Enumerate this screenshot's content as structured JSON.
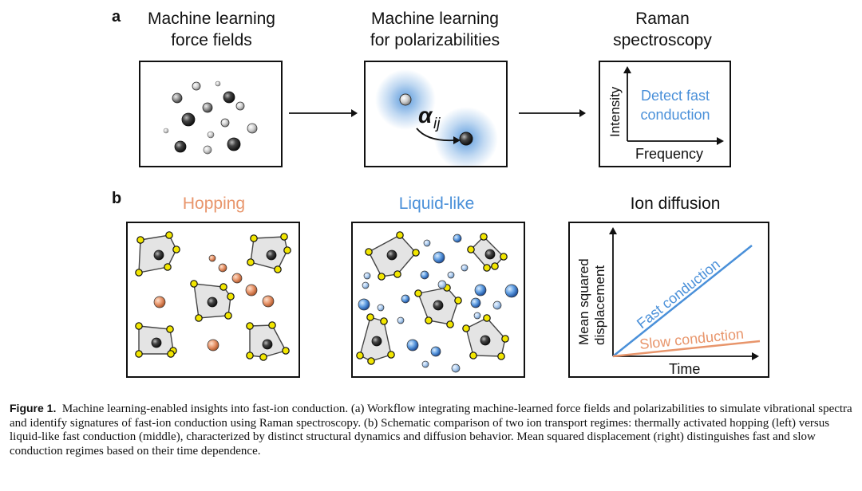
{
  "panel_a": {
    "letter": "a",
    "titles": [
      "Machine learning\nforce fields",
      "Machine learning\nfor polarizabilities",
      "Raman\nspectroscopy"
    ],
    "alpha_symbol": "α",
    "alpha_subscript": "ij",
    "raman": {
      "ylabel": "Intensity",
      "xlabel": "Frequency",
      "annotation": "Detect fast\nconduction"
    }
  },
  "panel_b": {
    "letter": "b",
    "titles": [
      "Hopping",
      "Liquid-like",
      "Ion diffusion"
    ],
    "diffusion": {
      "ylabel_line1": "Mean squared",
      "ylabel_line2": "displacement",
      "xlabel": "Time",
      "fast_label": "Fast conduction",
      "slow_label": "Slow conduction"
    }
  },
  "caption": {
    "label": "Figure 1.",
    "text": "Machine learning-enabled insights into fast-ion conduction. (a) Workflow integrating machine-learned force fields and polarizabilities to simulate vibrational spectra and identify signatures of fast-ion conduction using Raman spectroscopy. (b) Schematic comparison of two ion transport regimes: thermally activated hopping (left) versus liquid-like fast conduction (middle), characterized by distinct structural dynamics and diffusion behavior. Mean squared displacement (right) distinguishes fast and slow conduction regimes based on their time dependence."
  },
  "colors": {
    "blue": "#4a90d9",
    "orange": "#e8956b",
    "yellow": "#f2e600"
  }
}
